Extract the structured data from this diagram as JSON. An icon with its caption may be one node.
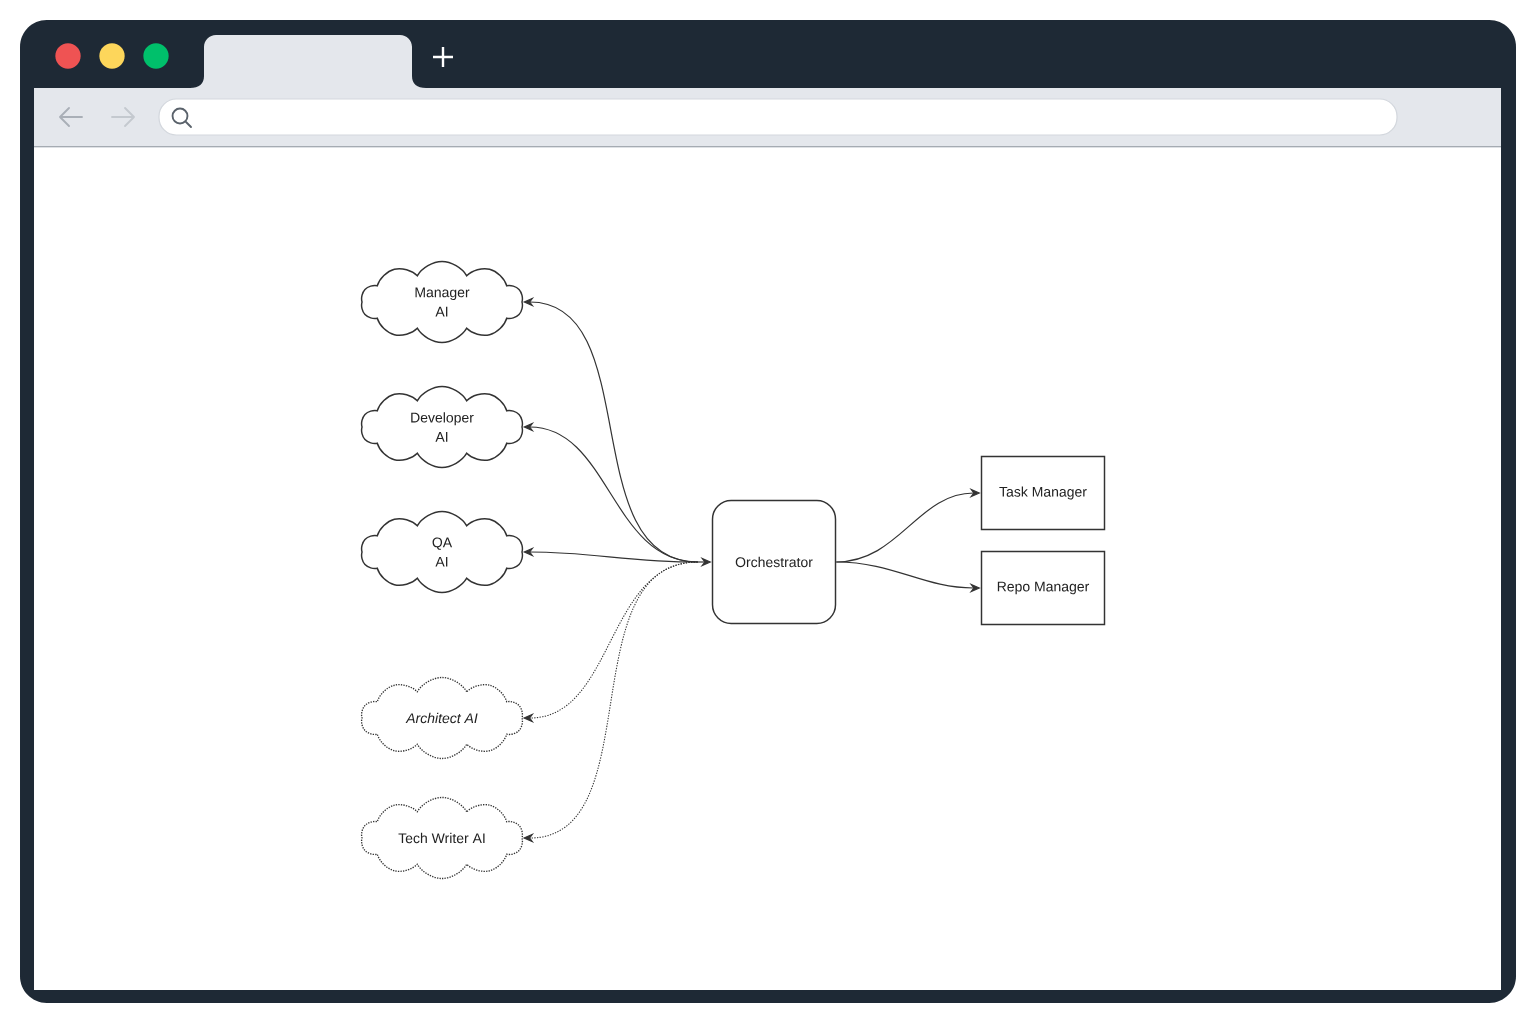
{
  "diagram": {
    "nodes": [
      {
        "text": [
          "Manager AI"
        ]
      },
      {
        "text": [
          "Developer AI"
        ]
      },
      {
        "text": [
          "QA AI"
        ]
      },
      {
        "text": [
          "Architect AI"
        ]
      },
      {
        "text": [
          "Tech Writer AI"
        ]
      },
      {
        "text": [
          "Orchestrator"
        ]
      },
      {
        "text": [
          "Task Manager"
        ]
      },
      {
        "text": [
          "Repo Manager"
        ]
      }
    ],
    "edges": [
      {
        "from": 5,
        "to": 0,
        "arrow": "both"
      },
      {
        "from": 5,
        "to": 1,
        "arrow": "both"
      },
      {
        "from": 5,
        "to": 2,
        "arrow": "both"
      },
      {
        "from": 5,
        "to": 3,
        "arrow": "both",
        "style": "dashed"
      },
      {
        "from": 5,
        "to": 4,
        "arrow": "both",
        "style": "dashed"
      },
      {
        "from": 5,
        "to": 6,
        "arrow": "to"
      },
      {
        "from": 5,
        "to": 7,
        "arrow": "to"
      }
    ]
  }
}
